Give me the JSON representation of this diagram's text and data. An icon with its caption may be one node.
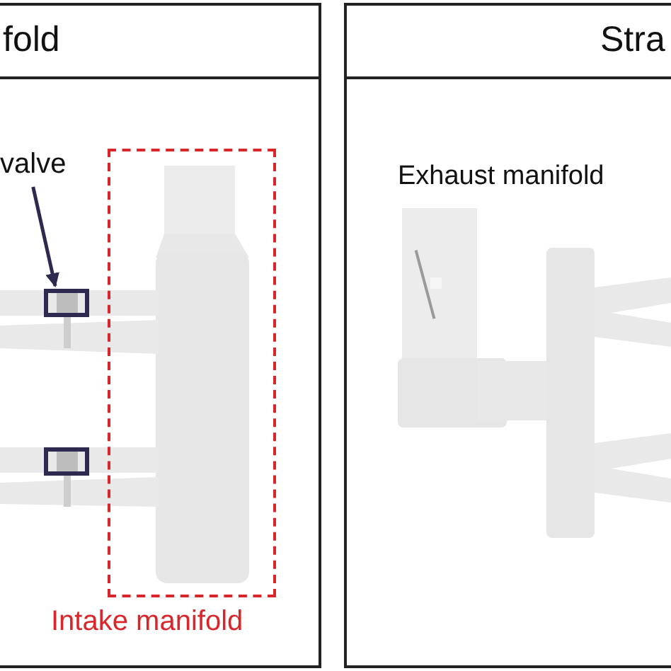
{
  "diagram": {
    "nodes": [
      {
        "text": [
          "fold"
        ]
      },
      {
        "text": [
          "Stra"
        ]
      },
      {
        "text": [
          "valve"
        ],
        "in": 0
      },
      {
        "text": [],
        "shape": "box",
        "in": 0
      },
      {
        "text": [],
        "shape": "box",
        "in": 0
      },
      {
        "text": [
          "Intake manifold"
        ],
        "in": 0
      }
    ],
    "edges": [
      {
        "from": 2,
        "to": 3,
        "arrow": "to"
      }
    ],
    "labels": [
      "Exhaust manifold"
    ]
  }
}
